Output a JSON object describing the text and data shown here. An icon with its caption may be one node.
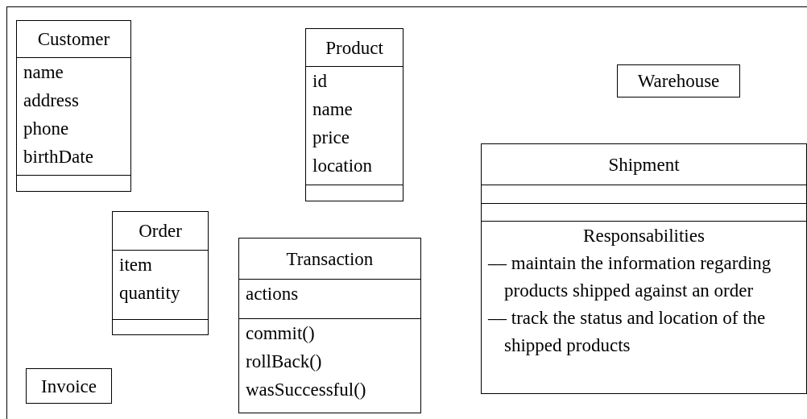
{
  "diagram": {
    "nodes": [
      {
        "text": [
          "Customer",
          "name",
          "address",
          "phone",
          "birthDate"
        ]
      },
      {
        "text": [
          "Product",
          "id",
          "name",
          "price",
          "location"
        ]
      },
      {
        "text": [
          "Warehouse"
        ]
      },
      {
        "text": [
          "Shipment",
          "Responsabilities",
          "–– maintain the information regarding products shipped against an order",
          "–– track the status and location of the shipped products"
        ]
      },
      {
        "text": [
          "Order",
          "item",
          "quantity"
        ]
      },
      {
        "text": [
          "Transaction",
          "actions",
          "commit()",
          "rollBack()",
          "wasSuccessful()"
        ]
      },
      {
        "text": [
          "Invoice"
        ]
      }
    ],
    "edges": []
  }
}
